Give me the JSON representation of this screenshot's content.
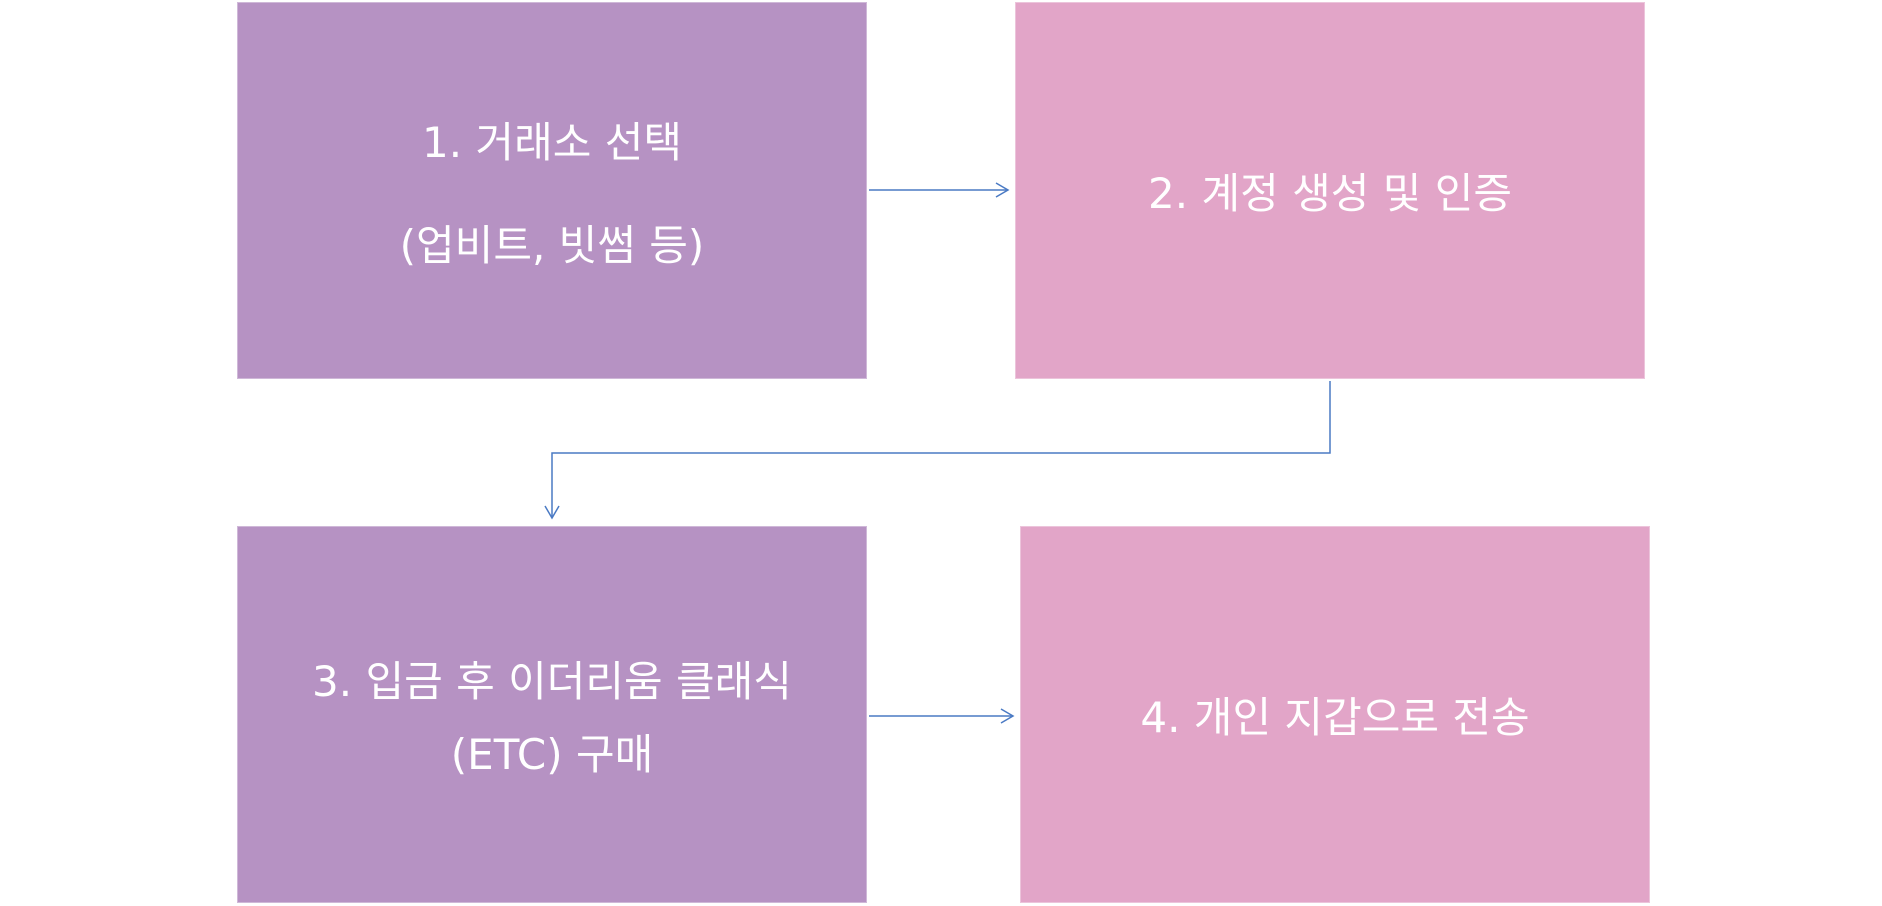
{
  "colors": {
    "purple_box": "#b692c3",
    "pink_box": "#e2a5c8",
    "connector": "#4a7ac4",
    "text": "#ffffff"
  },
  "steps": [
    {
      "line1": "1. 거래소 선택",
      "line2": "(업비트, 빗썸 등)",
      "color": "#b692c3"
    },
    {
      "line1": "2. 계정 생성 및 인증",
      "line2": "",
      "color": "#e2a5c8"
    },
    {
      "line1": "3. 입금 후 이더리움 클래식",
      "line2": "(ETC) 구매",
      "color": "#b692c3"
    },
    {
      "line1": "4. 개인 지갑으로 전송",
      "line2": "",
      "color": "#e2a5c8"
    }
  ],
  "connectors": [
    {
      "from": "step-1",
      "to": "step-2",
      "icon": "arrow-right-icon"
    },
    {
      "from": "step-2",
      "to": "step-3",
      "icon": "arrow-down-icon"
    },
    {
      "from": "step-3",
      "to": "step-4",
      "icon": "arrow-right-icon"
    }
  ]
}
